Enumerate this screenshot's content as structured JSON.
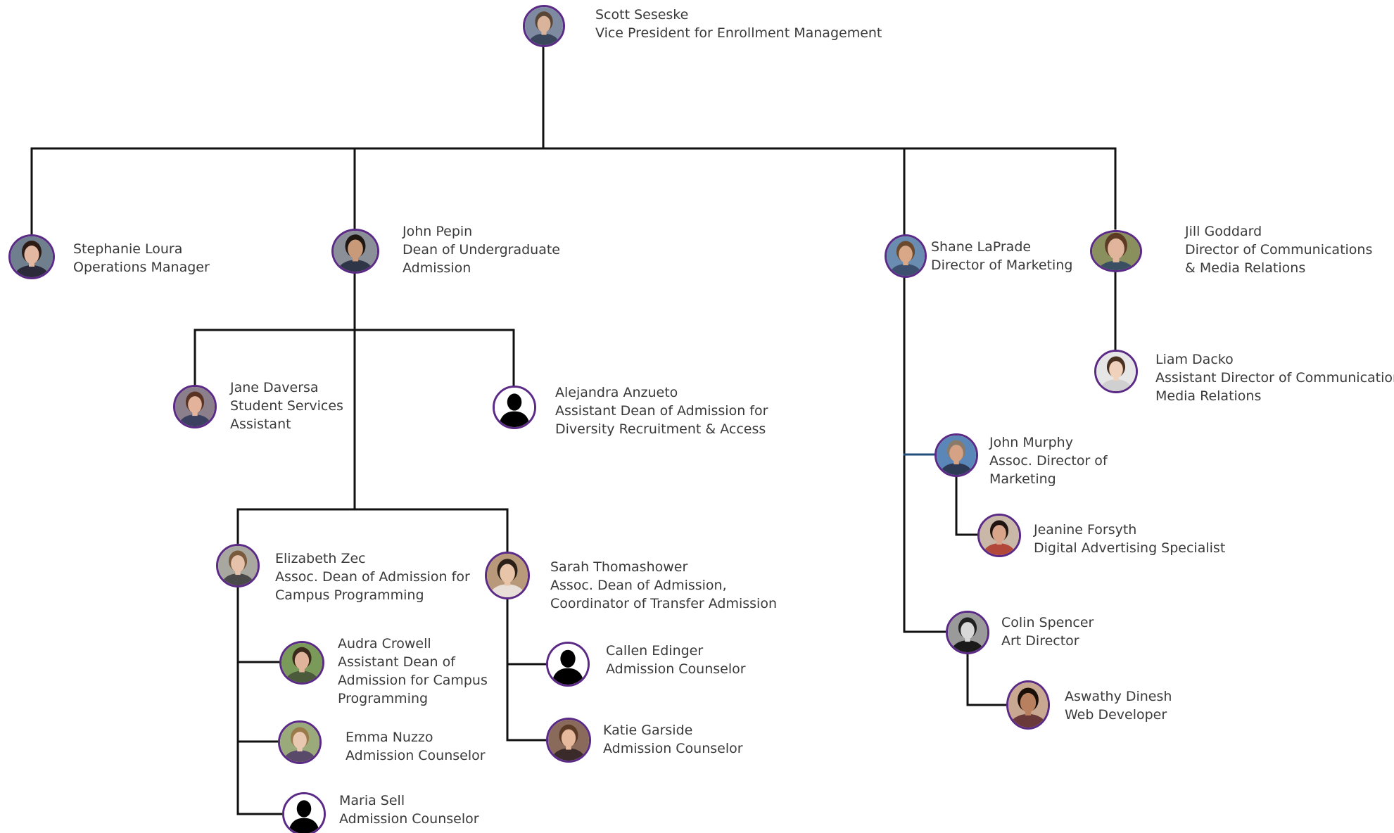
{
  "colors": {
    "accent": "#5b2a86",
    "line": "#111111",
    "text": "#3a3a3a"
  },
  "people": {
    "scott": {
      "name": "Scott Seseske",
      "title": [
        "Vice President for Enrollment Management"
      ],
      "photo": true,
      "skin": "#d9b39a",
      "hair": "#5a4636",
      "shirt": "#39465c",
      "bg": "#7d8aa0"
    },
    "stephanie": {
      "name": "Stephanie Loura",
      "title": [
        "Operations Manager"
      ],
      "photo": true,
      "skin": "#e2b8a2",
      "hair": "#2b1b14",
      "shirt": "#2a2a3a",
      "bg": "#6f7f8e"
    },
    "john_pepin": {
      "name": "John Pepin",
      "title": [
        "Dean of Undergraduate",
        "Admission"
      ],
      "photo": true,
      "skin": "#c99a7a",
      "hair": "#1f1812",
      "shirt": "#2f3648",
      "bg": "#8a8f98"
    },
    "shane": {
      "name": "Shane LaPrade",
      "title": [
        "Director of Marketing"
      ],
      "photo": true,
      "skin": "#d8a888",
      "hair": "#6b4a2e",
      "shirt": "#3c4f6e",
      "bg": "#6a8cb0"
    },
    "jill": {
      "name": "Jill Goddard",
      "title": [
        "Director of Communications",
        "& Media Relations"
      ],
      "photo": true,
      "skin": "#e0b59c",
      "hair": "#5c3a24",
      "shirt": "#3b4f63",
      "bg": "#8a8f5e"
    },
    "liam": {
      "name": "Liam Dacko",
      "title": [
        "Assistant Director of Communications &",
        "Media Relations"
      ],
      "photo": true,
      "skin": "#f0d2bc",
      "hair": "#4a3222",
      "shirt": "#d0d0d0",
      "bg": "#e6e6e6"
    },
    "jane": {
      "name": "Jane Daversa",
      "title": [
        "Student Services",
        "Assistant"
      ],
      "photo": true,
      "skin": "#e3b29a",
      "hair": "#5a3324",
      "shirt": "#3c4060",
      "bg": "#8a7f8a"
    },
    "alejandra": {
      "name": "Alejandra Anzueto",
      "title": [
        "Assistant Dean of Admission for",
        "Diversity Recruitment & Access"
      ],
      "photo": false
    },
    "john_murphy": {
      "name": "John Murphy",
      "title": [
        "Assoc. Director of",
        "Marketing"
      ],
      "photo": true,
      "skin": "#d6a285",
      "hair": "#8a7a6a",
      "shirt": "#2d3a56",
      "bg": "#5b87b8"
    },
    "jeanine": {
      "name": "Jeanine Forsyth",
      "title": [
        "Digital Advertising Specialist"
      ],
      "photo": true,
      "skin": "#d9a58a",
      "hair": "#1f1410",
      "shirt": "#b2483a",
      "bg": "#c9b8a8"
    },
    "elizabeth": {
      "name": "Elizabeth Zec",
      "title": [
        "Assoc. Dean of Admission for",
        "Campus Programming"
      ],
      "photo": true,
      "skin": "#e6c2ab",
      "hair": "#7a5a3c",
      "shirt": "#4a4a4a",
      "bg": "#a8a8a0"
    },
    "sarah": {
      "name": "Sarah Thomashower",
      "title": [
        "Assoc. Dean of Admission,",
        "Coordinator of Transfer Admission"
      ],
      "photo": true,
      "skin": "#e8c4a8",
      "hair": "#2a2018",
      "shirt": "#e8e0d8",
      "bg": "#b89a7a"
    },
    "colin": {
      "name": "Colin Spencer",
      "title": [
        "Art Director"
      ],
      "photo": true,
      "skin": "#d8d8d8",
      "hair": "#202020",
      "shirt": "#1a1a1a",
      "bg": "#9a9a9a"
    },
    "audra": {
      "name": "Audra Crowell",
      "title": [
        "Assistant Dean of",
        "Admission for Campus",
        "Programming"
      ],
      "photo": true,
      "skin": "#e0b49a",
      "hair": "#3a2a1c",
      "shirt": "#4a5a3a",
      "bg": "#7a9a5a"
    },
    "callen": {
      "name": "Callen Edinger",
      "title": [
        "Admission Counselor"
      ],
      "photo": false
    },
    "aswathy": {
      "name": "Aswathy Dinesh",
      "title": [
        "Web Developer"
      ],
      "photo": true,
      "skin": "#b8805e",
      "hair": "#1a0e08",
      "shirt": "#6a3a3a",
      "bg": "#c8a890"
    },
    "emma": {
      "name": "Emma Nuzzo",
      "title": [
        "Admission Counselor"
      ],
      "photo": true,
      "skin": "#e8c8b0",
      "hair": "#9a7a4a",
      "shirt": "#5a4a6a",
      "bg": "#9aaa7a"
    },
    "katie": {
      "name": "Katie Garside",
      "title": [
        "Admission Counselor"
      ],
      "photo": true,
      "skin": "#e6b89c",
      "hair": "#5a3a24",
      "shirt": "#3a2a2a",
      "bg": "#8a6a5a"
    },
    "maria": {
      "name": "Maria Sell",
      "title": [
        "Admission Counselor"
      ],
      "photo": false
    }
  }
}
